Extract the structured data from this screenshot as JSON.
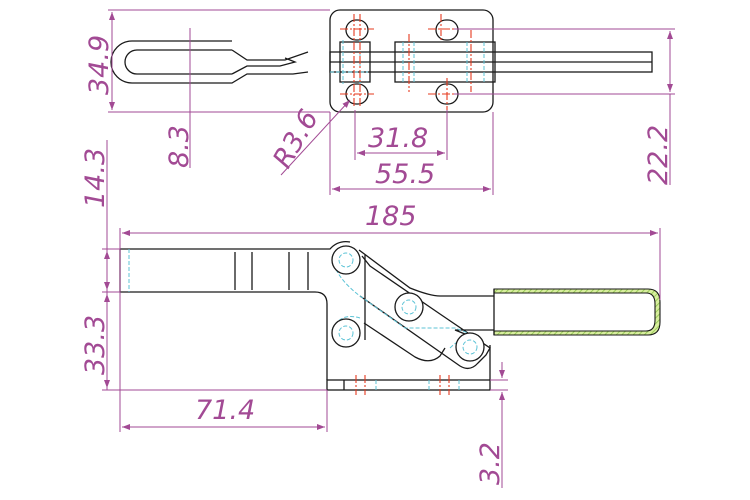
{
  "drawing": {
    "title": "Horizontal toggle clamp dimension drawing",
    "colors": {
      "outline": "#1a1a1a",
      "dimension": "#a24a94",
      "centerline": "#e53a1e",
      "hidden": "#5cc3d6",
      "grip": "#a9d86e"
    },
    "top_view": {
      "dims": {
        "width": "34.9",
        "handle_width": "8.3",
        "radius": "R3.6",
        "hole_spacing_x": "31.8",
        "base_length": "55.5",
        "hole_spacing_y": "22.2"
      }
    },
    "side_view": {
      "dims": {
        "overall_length": "185",
        "arm_height": "14.3",
        "height": "33.3",
        "arm_reach": "71.4",
        "base_thickness": "3.2"
      }
    }
  }
}
